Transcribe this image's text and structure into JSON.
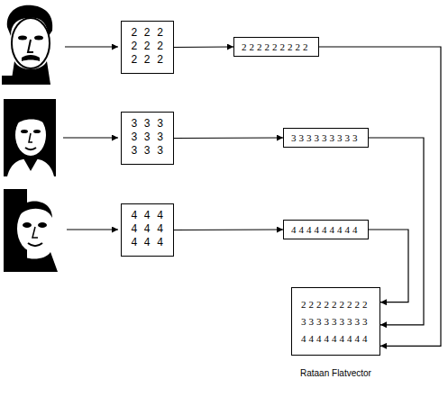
{
  "diagram": {
    "caption": "Rataan Flatvector",
    "nodes": [
      {
        "text": [
          "2 2 2 2 2 2 2 2 2"
        ]
      },
      {
        "text": [
          "222222222"
        ]
      },
      {
        "text": [
          "3 3 3 3 3 3 3 3 3"
        ]
      },
      {
        "text": [
          "333333333"
        ]
      },
      {
        "text": [
          "4 4 4 4 4 4 4 4 4"
        ]
      },
      {
        "text": [
          "444444444"
        ]
      },
      {
        "text": [
          "222222222",
          "333333333",
          "444444444"
        ]
      }
    ],
    "edges": [
      {
        "from": 0,
        "to": 1,
        "arrow": "to"
      },
      {
        "from": 2,
        "to": 3,
        "arrow": "to"
      },
      {
        "from": 4,
        "to": 5,
        "arrow": "to"
      },
      {
        "from": 1,
        "to": 6,
        "arrow": "to"
      },
      {
        "from": 3,
        "to": 6,
        "arrow": "to"
      },
      {
        "from": 5,
        "to": 6,
        "arrow": "to"
      }
    ]
  }
}
